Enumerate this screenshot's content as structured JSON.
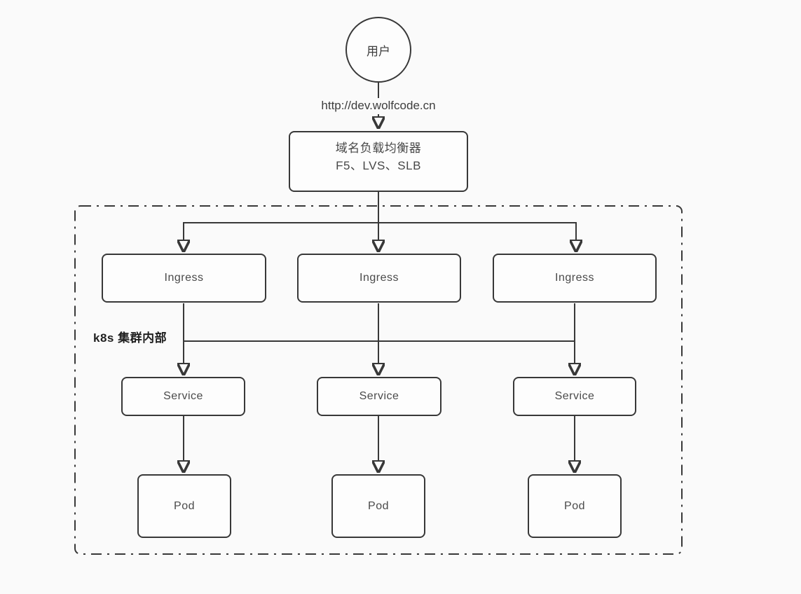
{
  "diagram": {
    "user": {
      "label": "用户"
    },
    "request_url": "http://dev.wolfcode.cn",
    "load_balancer": {
      "line1": "域名负载均衡器",
      "line2": "F5、LVS、SLB"
    },
    "cluster": {
      "label": "k8s 集群内部"
    },
    "ingress": [
      {
        "label": "Ingress"
      },
      {
        "label": "Ingress"
      },
      {
        "label": "Ingress"
      }
    ],
    "services": [
      {
        "label": "Service"
      },
      {
        "label": "Service"
      },
      {
        "label": "Service"
      }
    ],
    "pods": [
      {
        "label": "Pod"
      },
      {
        "label": "Pod"
      },
      {
        "label": "Pod"
      }
    ],
    "colors": {
      "line": "#383838",
      "border": "#383838",
      "text": "#4a4a4a",
      "label_text": "#1f1f1f",
      "background": "#fafafa",
      "node_fill": "#fdfdfd"
    }
  }
}
